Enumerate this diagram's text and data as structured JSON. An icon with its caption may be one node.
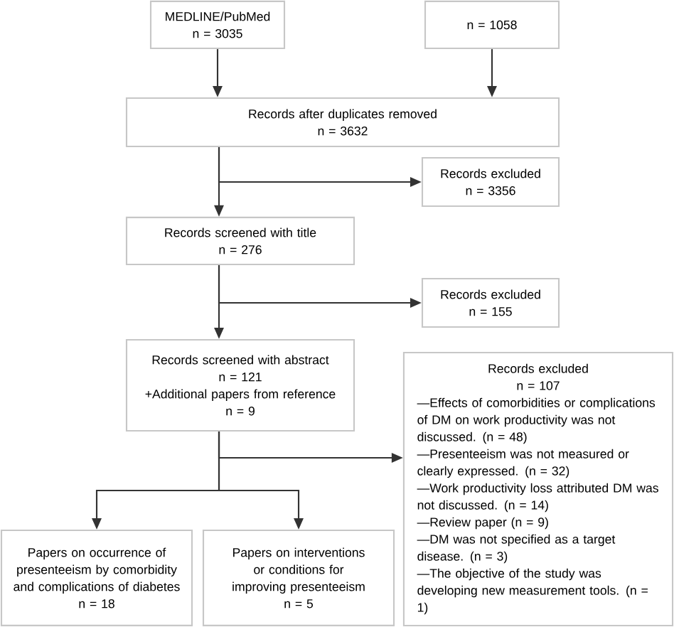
{
  "diagram": {
    "nodes": [
      {
        "text": [
          "MEDLINE/PubMed",
          "n = 3035"
        ]
      },
      {
        "text": [
          "n = 1058"
        ]
      },
      {
        "text": [
          "Records after duplicates removed",
          "n = 3632"
        ]
      },
      {
        "text": [
          "Records excluded",
          "n = 3356"
        ]
      },
      {
        "text": [
          "Records screened with title",
          "n = 276"
        ]
      },
      {
        "text": [
          "Records excluded",
          "n = 155"
        ]
      },
      {
        "text": [
          "Records screened with abstract",
          "n = 121",
          "+Additional papers from reference",
          "n = 9"
        ]
      },
      {
        "text": [
          "Records excluded",
          "n = 107",
          "—Effects of comorbidities or complications of DM on work productivity was not discussed.  (n = 48)",
          "—Presenteeism was not measured or clearly expressed. (n = 32)",
          "—Work productivity loss attributed DM was not discussed. (n = 14)",
          "—Review paper (n = 9)",
          "—DM was not specified as a target disease. (n = 3)",
          "—The objective of the study was developing new measurement tools. (n = 1)"
        ]
      },
      {
        "text": [
          "Papers on occurrence of presenteeism by comorbidity and complications of diabetes",
          "n = 18"
        ]
      },
      {
        "text": [
          "Papers on interventions or conditions for improving presenteeism",
          "n = 5"
        ]
      }
    ],
    "edges": [
      {
        "from": 0,
        "to": 2,
        "arrow": "to"
      },
      {
        "from": 1,
        "to": 2,
        "arrow": "to"
      },
      {
        "from": 2,
        "to": 3,
        "arrow": "to"
      },
      {
        "from": 2,
        "to": 4,
        "arrow": "to"
      },
      {
        "from": 4,
        "to": 5,
        "arrow": "to"
      },
      {
        "from": 4,
        "to": 6,
        "arrow": "to"
      },
      {
        "from": 6,
        "to": 7,
        "arrow": "to"
      },
      {
        "from": 6,
        "to": 8,
        "arrow": "to"
      },
      {
        "from": 6,
        "to": 9,
        "arrow": "to"
      }
    ]
  }
}
